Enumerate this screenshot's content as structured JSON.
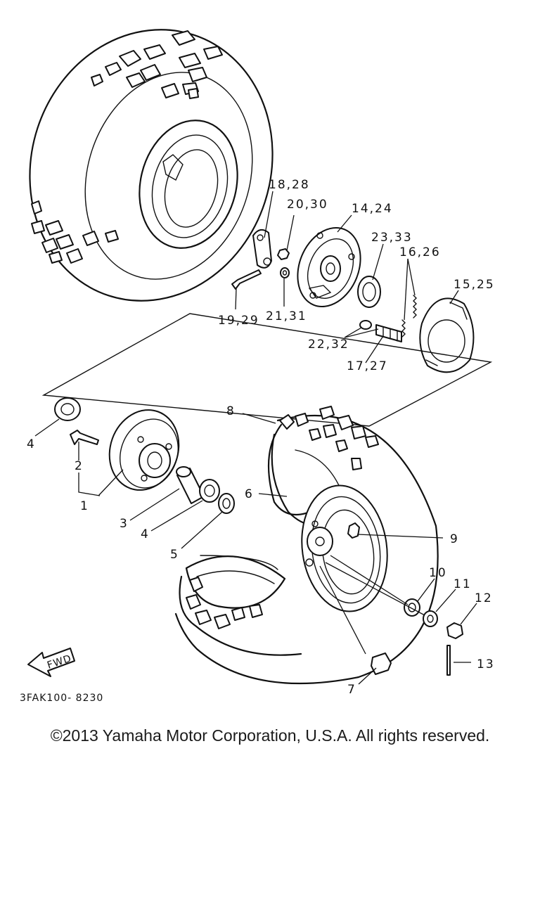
{
  "labels": {
    "l1": "1",
    "l2": "2",
    "l3": "3",
    "l4a": "4",
    "l4b": "4",
    "l5": "5",
    "l6": "6",
    "l7": "7",
    "l8": "8",
    "l9": "9",
    "l10": "10",
    "l11": "11",
    "l12": "12",
    "l13": "13",
    "l14": "14,24",
    "l15": "15,25",
    "l16": "16,26",
    "l17": "17,27",
    "l18": "18,28",
    "l19": "19,29",
    "l20": "20,30",
    "l21": "21,31",
    "l22": "22,32",
    "l23": "23,33"
  },
  "fwd_label": "FWD",
  "diagram_code": "3FAK100- 8230",
  "copyright": "©2013 Yamaha Motor Corporation, U.S.A. All rights reserved."
}
